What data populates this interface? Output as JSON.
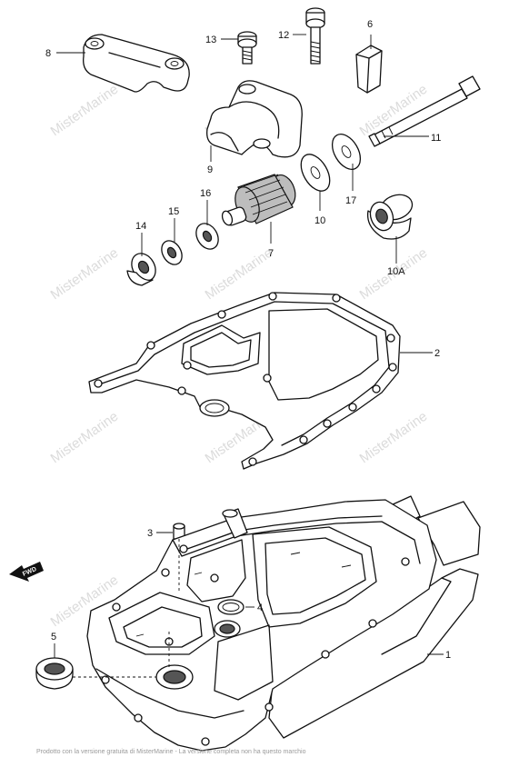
{
  "watermark": "MisterMarine",
  "footer": "Prodotto con la versione gratuita di MisterMarine - La versione completa non ha questo marchio",
  "fwd_badge": "FWD",
  "labels": {
    "p1": "1",
    "p2": "2",
    "p3": "3",
    "p4": "4",
    "p5": "5",
    "p6": "6",
    "p7": "7",
    "p8": "8",
    "p9": "9",
    "p10": "10",
    "p10a": "10A",
    "p11": "11",
    "p12": "12",
    "p13": "13",
    "p14": "14",
    "p15": "15",
    "p16": "16",
    "p17": "17"
  }
}
